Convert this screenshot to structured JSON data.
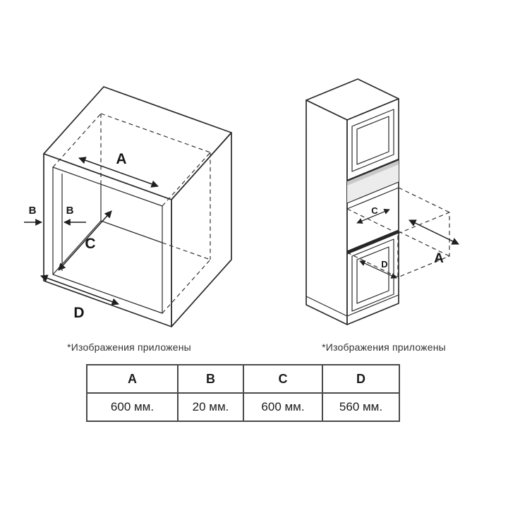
{
  "figures": {
    "left": {
      "labels": {
        "a": "A",
        "b_left": "B",
        "b_right": "B",
        "c": "C",
        "d": "D"
      },
      "caption": "*Изображения приложены"
    },
    "right": {
      "labels": {
        "a": "A",
        "c": "C",
        "d": "D"
      },
      "caption": "*Изображения приложены"
    }
  },
  "table": {
    "headers": [
      "A",
      "B",
      "C",
      "D"
    ],
    "rows": [
      [
        "600 мм.",
        "20 мм.",
        "600 мм.",
        "560 мм."
      ]
    ]
  },
  "colors": {
    "line": "#2b2b2b",
    "text": "#1c1c1c",
    "background": "#ffffff"
  }
}
